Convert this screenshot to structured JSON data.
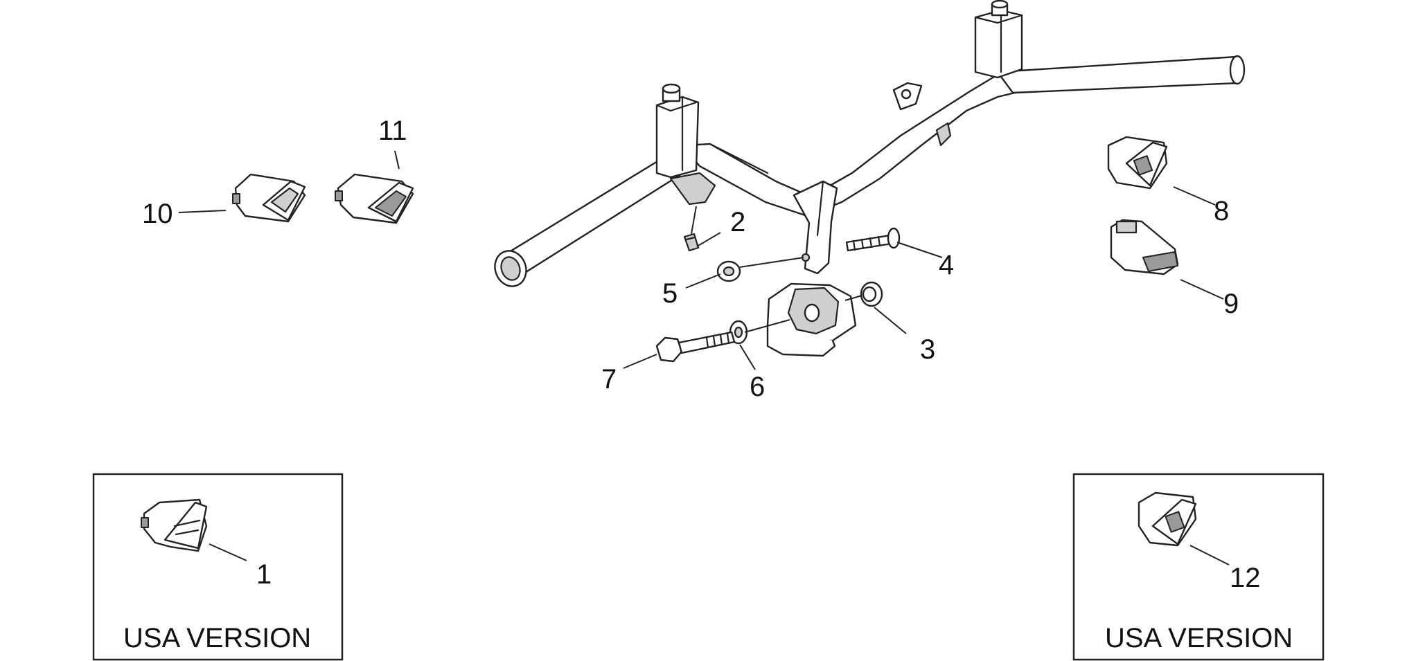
{
  "callouts": {
    "c1": "1",
    "c2": "2",
    "c3": "3",
    "c4": "4",
    "c5": "5",
    "c6": "6",
    "c7": "7",
    "c8": "8",
    "c9": "9",
    "c10": "10",
    "c11": "11",
    "c12": "12"
  },
  "insets": {
    "left_label": "USA VERSION",
    "right_label": "USA VERSION"
  }
}
